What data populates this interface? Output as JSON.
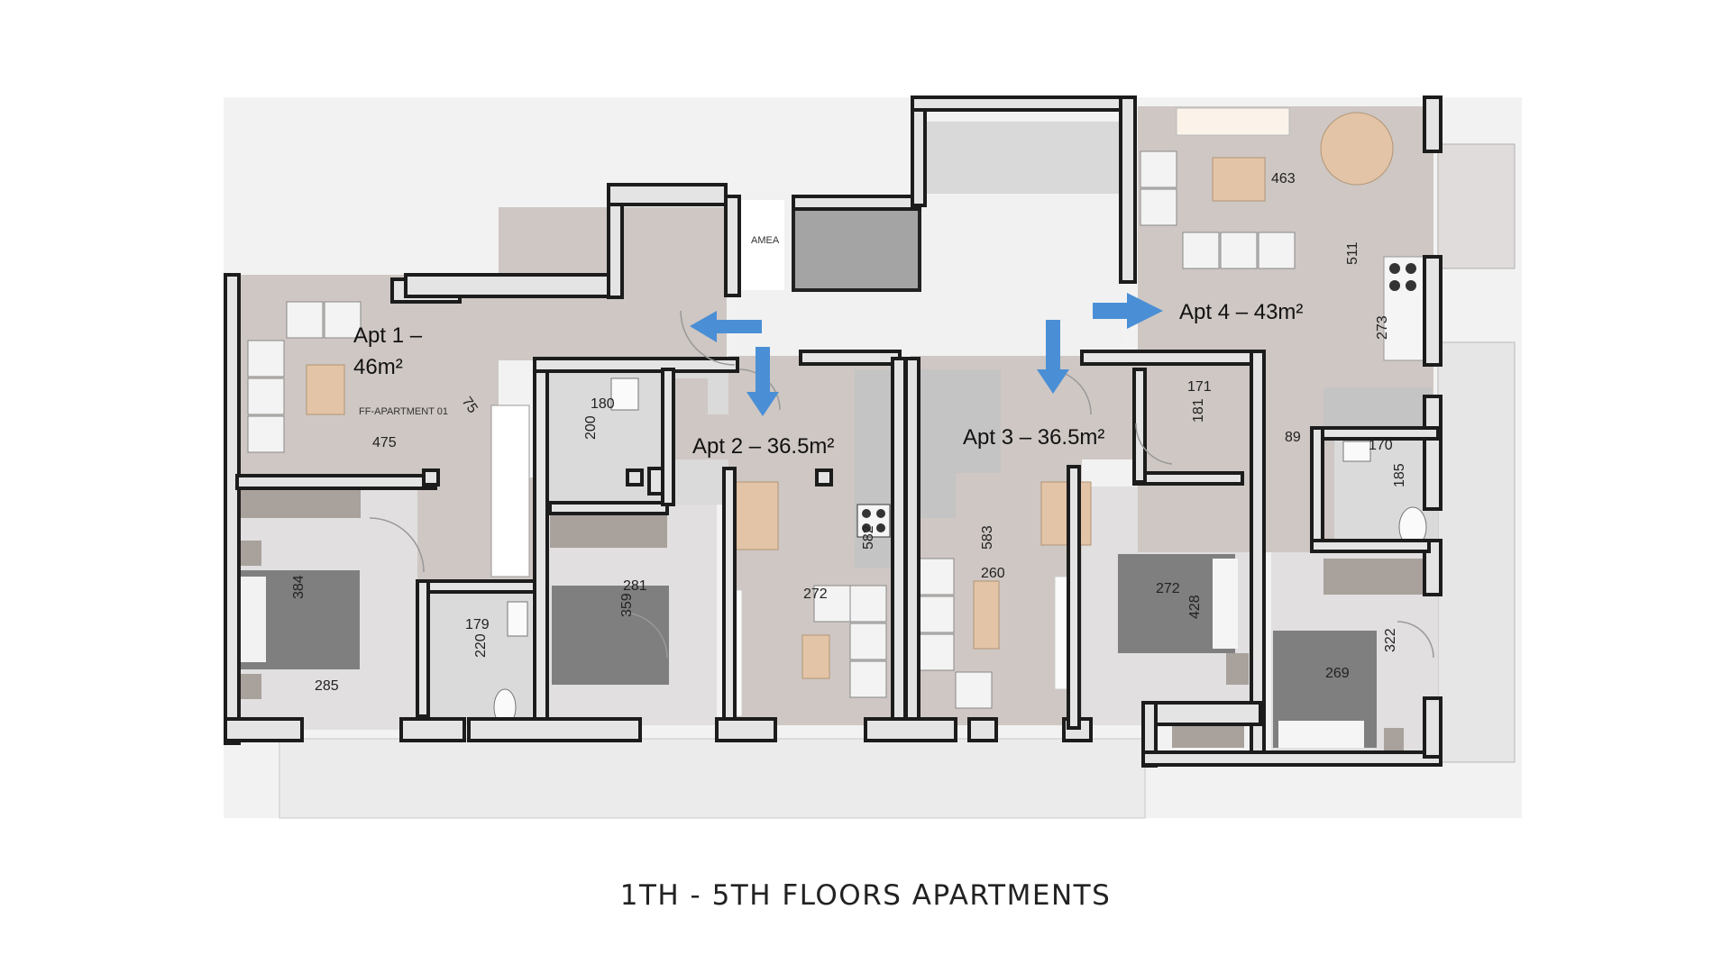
{
  "caption": "1TH - 5TH FLOORS APARTMENTS",
  "apartments": {
    "apt1_line1": "Apt 1 –",
    "apt1_line2": "46m²",
    "apt2": "Apt 2 – 36.5m²",
    "apt3": "Apt 3 – 36.5m²",
    "apt4": "Apt 4 – 43m²"
  },
  "labels": {
    "ff_apartment": "FF-APARTMENT 01",
    "amea": "AMEA"
  },
  "dimensions": {
    "d475": "475",
    "d75": "75",
    "d180": "180",
    "d200": "200",
    "d384": "384",
    "d285": "285",
    "d179": "179",
    "d220": "220",
    "d281": "281",
    "d359": "359",
    "d582": "582",
    "d272a": "272",
    "d583": "583",
    "d260": "260",
    "d272b": "272",
    "d428": "428",
    "d171": "171",
    "d181": "181",
    "d89": "89",
    "d170": "170",
    "d185": "185",
    "d463": "463",
    "d511": "511",
    "d273": "273",
    "d322": "322",
    "d269": "269"
  },
  "colors": {
    "wall": "#1c1c1c",
    "wall_fill": "#e4e4e4",
    "living_floor": "#cfc7c3",
    "bedroom_floor": "#e2e0e1",
    "bathroom_floor": "#dadada",
    "corridor": "#f1f1f1",
    "outdoor": "#f3f3f3",
    "bed": "#7f7f7f",
    "wood": "#e3c4a6",
    "arrow": "#4a8fd6"
  }
}
